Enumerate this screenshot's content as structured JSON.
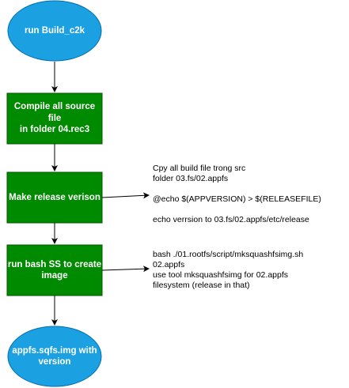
{
  "colors": {
    "ellipse_fill": "#1ba1e2",
    "ellipse_stroke": "#006eaf",
    "box_fill": "#008a00",
    "box_stroke": "#005700",
    "arrow": "#000000"
  },
  "nodes": {
    "start": {
      "label": "run Build_c2k"
    },
    "compile": {
      "label": "Compile all source file\nin folder 04.rec3"
    },
    "release": {
      "label": "Make release verison"
    },
    "bash": {
      "label": "run bash SS to create\nimage"
    },
    "end": {
      "label": "appfs.sqfs.img with\nversion"
    }
  },
  "notes": {
    "release_note": {
      "line1": "Cpy all  build file trong src",
      "line2": "folder 03.fs/02.appfs",
      "line3": "@echo $(APPVERSION) > $(RELEASEFILE)",
      "line4": "echo verrsion to 03.fs/02.appfs/etc/release"
    },
    "bash_note": {
      "line1": "bash ./01.rootfs/script/mksquashfsimg.sh",
      "line2": "02.appfs",
      "line3": "use tool mksquashfsimg for 02.appfs",
      "line4": "filesystem (release in that)"
    }
  }
}
